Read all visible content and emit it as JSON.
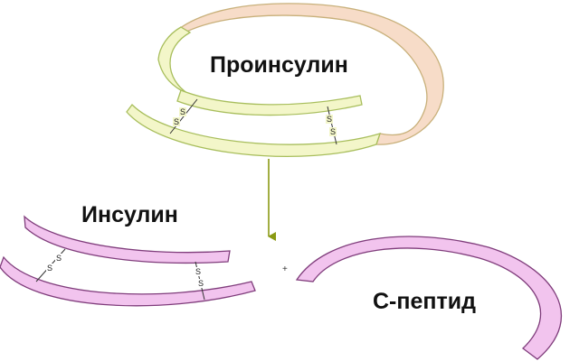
{
  "labels": {
    "proinsulin": "Проинсулин",
    "insulin": "Инсулин",
    "c_peptide": "С-пептид",
    "plus": "+"
  },
  "bond": {
    "atom": "S"
  },
  "colors": {
    "proinsulin_chain_fill": "#f3f6c9",
    "proinsulin_chain_stroke": "#a8be5c",
    "c_peptide_region_fill": "#f7dcc8",
    "insulin_fill": "#f2c4ee",
    "insulin_stroke": "#7f3c7b",
    "arrow": "#8a9a14"
  }
}
